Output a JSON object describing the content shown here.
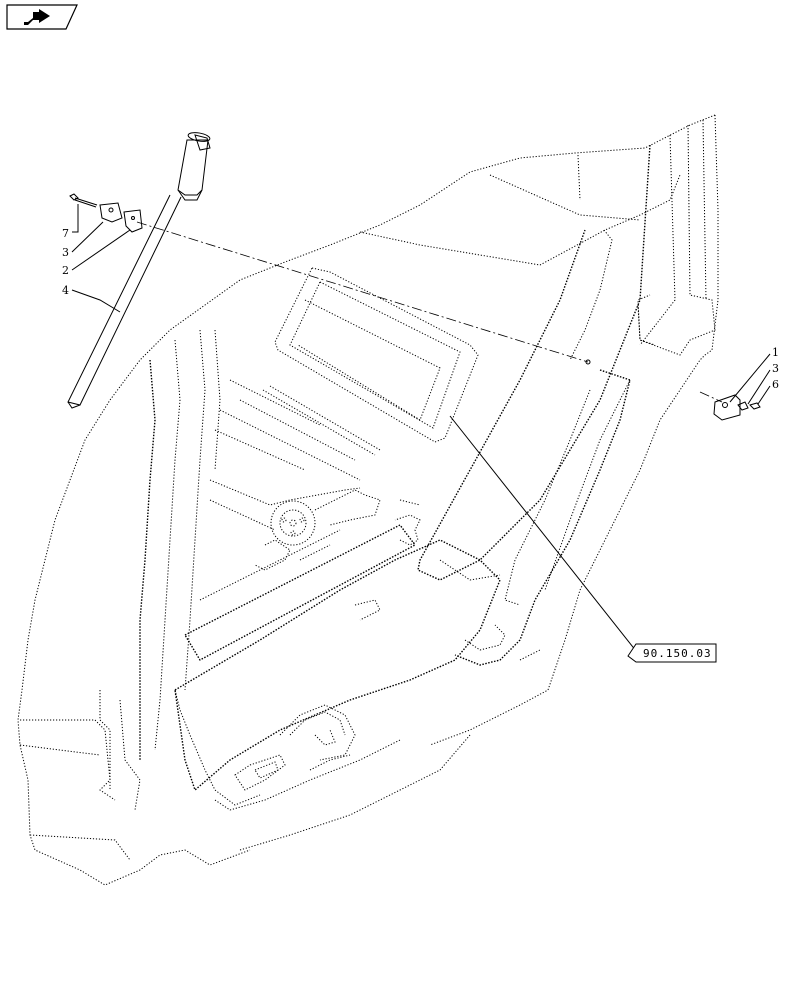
{
  "nav": {
    "icon": "next-page-arrow-icon"
  },
  "callouts": {
    "c1": "1",
    "c2": "2",
    "c3_left": "3",
    "c3_right": "3",
    "c4": "4",
    "c6": "6",
    "c7": "7"
  },
  "reference": {
    "label": "90.150.03"
  },
  "colors": {
    "line": "#000000",
    "background": "#ffffff"
  }
}
